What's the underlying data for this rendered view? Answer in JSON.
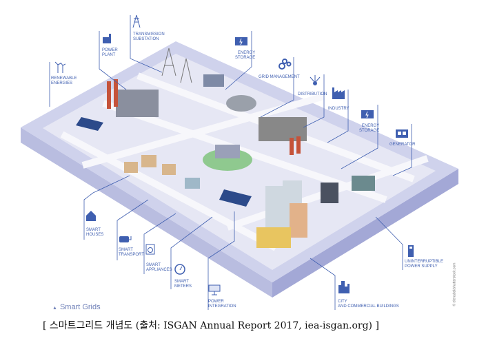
{
  "labels": {
    "renewable": "RENEWABLE\nENERGIES",
    "power_plant": "POWER\nPLANT",
    "substation": "TRANSMISSION\nSUBSTATION",
    "storage1": "ENERGY\nSTORAGE",
    "grid_mgmt": "GRID MANAGEMENT",
    "distribution": "DISTRIBUTION",
    "industry": "INDUSTRY",
    "storage2": "ENERGY\nSTORAGE",
    "generator": "GENERATOR",
    "houses": "SMART\nHOUSES",
    "transport": "SMART\nTRANSPORT",
    "appliances": "SMART\nAPPLIANCES",
    "meters": "SMART\nMETERS",
    "integration": "POWER\nINTEGRATION",
    "city": "CITY\nAND COMMERCIAL BUILDINGS",
    "ups": "UNINTERRUPTIBLE\nPOWER SUPPLY"
  },
  "title": "Smart Grids",
  "caption": "[ 스마트그리드 개념도 (출처: ISGAN Annual Report 2017, iea-isgan.org) ]",
  "watermark": "© elenabsl/shutterstock.com",
  "colors": {
    "accent": "#3f5fb0",
    "platform": "#c9cce8",
    "road": "#f2f2f5"
  }
}
